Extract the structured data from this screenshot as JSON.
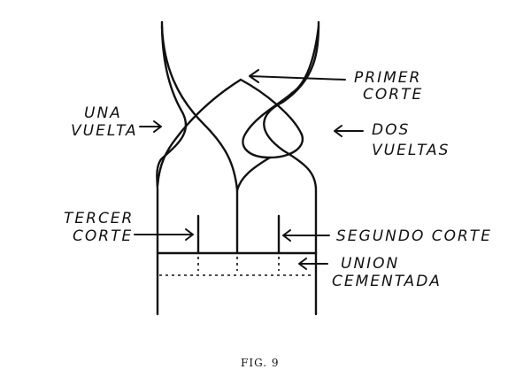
{
  "labels": {
    "primer_corte_1": "PRIMER",
    "primer_corte_2": "CORTE",
    "una_vuelta_1": "UNA",
    "una_vuelta_2": "VUELTA",
    "dos_vueltas_1": "DOS",
    "dos_vueltas_2": "VUELTAS",
    "tercer_corte_1": "TERCER",
    "tercer_corte_2": "CORTE",
    "segundo_corte": "SEGUNDO CORTE",
    "union_cementada_1": "UNION",
    "union_cementada_2": "CEMENTADA"
  },
  "caption": "FIG. 9"
}
